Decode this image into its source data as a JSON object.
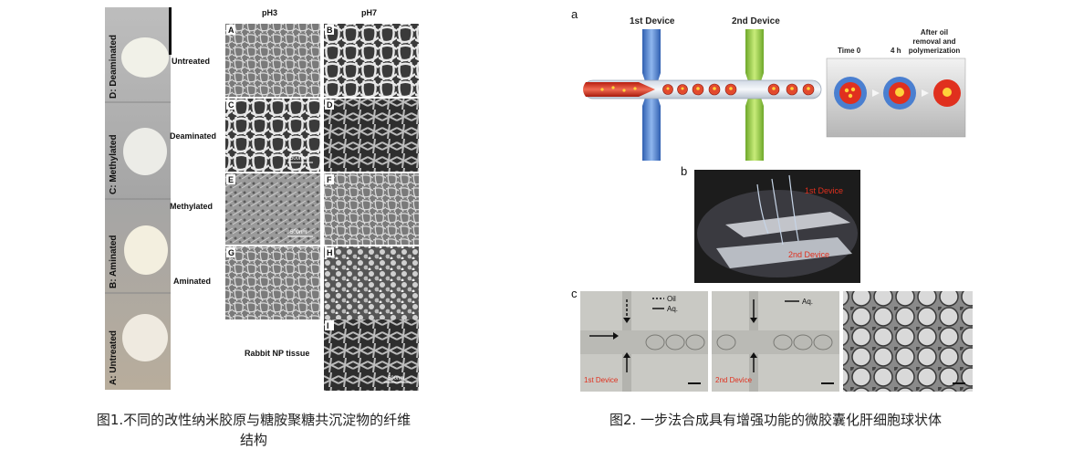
{
  "figure1": {
    "sample_labels": [
      "D: Deaminated",
      "C: Methylated",
      "B: Aminated",
      "A: Untreated"
    ],
    "row_labels": [
      "Untreated",
      "Deaminated",
      "Methylated",
      "Aminated"
    ],
    "col_headers": [
      "pH3",
      "pH7"
    ],
    "panel_letters": [
      "A",
      "B",
      "C",
      "D",
      "E",
      "F",
      "G",
      "H",
      "I"
    ],
    "scale_bar": "500nm",
    "rabbit_label": "Rabbit NP tissue",
    "caption_line1": "图1.不同的改性纳米胶原与糖胺聚糖共沉淀物的纤维",
    "caption_line2": "结构"
  },
  "figure2": {
    "panel_a": "a",
    "panel_b": "b",
    "panel_c": "c",
    "device1_label": "1st Device",
    "device2_label": "2nd Device",
    "time0": "Time 0",
    "time4h": "4 h",
    "after_oil": [
      "After oil",
      "removal and",
      "polymerization"
    ],
    "photo_device1": "1st Device",
    "photo_device2": "2nd Device",
    "legend_oil": "Oil",
    "legend_aq": "Aq.",
    "legend_aq2": "Aq.",
    "micro_device1": "1st Device",
    "micro_device2": "2nd Device",
    "caption": "图2. 一步法合成具有增强功能的微胶囊化肝细胞球状体"
  },
  "colors": {
    "blue": "#4a7fd0",
    "green": "#8dc63f",
    "red": "#e0301e"
  }
}
